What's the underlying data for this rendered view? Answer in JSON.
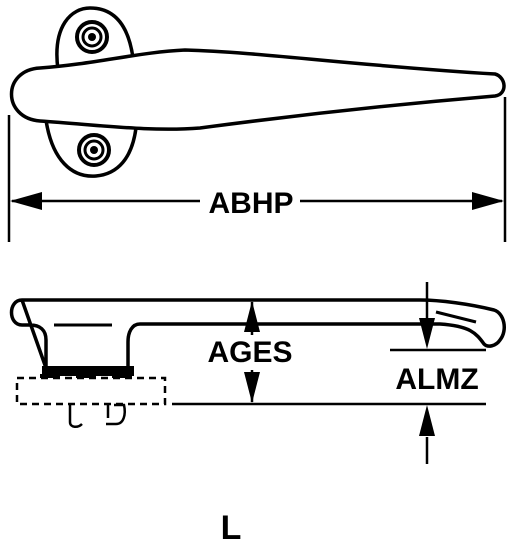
{
  "diagram": {
    "dimensions": {
      "overall_length": "ABHP",
      "height": "AGES",
      "offset": "ALMZ"
    },
    "view_code": "L",
    "colors": {
      "line": "#000000",
      "background": "#ffffff"
    }
  }
}
